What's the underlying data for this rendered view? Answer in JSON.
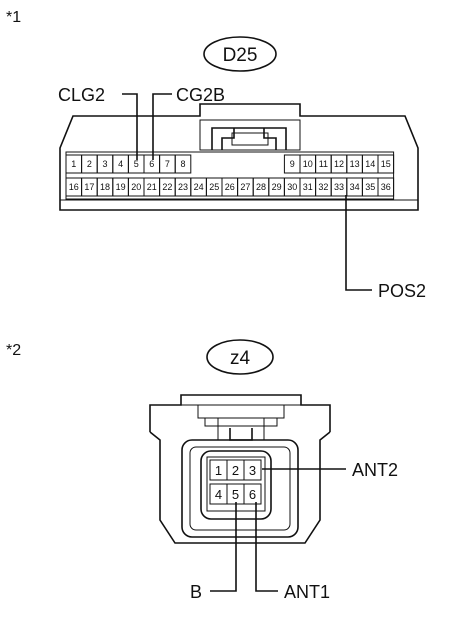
{
  "diagrams": [
    {
      "marker": "*1",
      "connector_id": "D25",
      "row1_pins": [
        "1",
        "2",
        "3",
        "4",
        "5",
        "6",
        "7",
        "8",
        "9",
        "10",
        "11",
        "12",
        "13",
        "14",
        "15"
      ],
      "row2_pins": [
        "16",
        "17",
        "18",
        "19",
        "20",
        "21",
        "22",
        "23",
        "24",
        "25",
        "26",
        "27",
        "28",
        "29",
        "30",
        "31",
        "32",
        "33",
        "34",
        "35",
        "36"
      ],
      "callouts": {
        "clg2": {
          "label": "CLG2",
          "pin": "5"
        },
        "cg2b": {
          "label": "CG2B",
          "pin": "6"
        },
        "pos2": {
          "label": "POS2",
          "pin": "33"
        }
      }
    },
    {
      "marker": "*2",
      "connector_id": "z4",
      "row1_pins": [
        "1",
        "2",
        "3"
      ],
      "row2_pins": [
        "4",
        "5",
        "6"
      ],
      "callouts": {
        "ant2": {
          "label": "ANT2",
          "pin": "3"
        },
        "b": {
          "label": "B",
          "pin": "5"
        },
        "ant1": {
          "label": "ANT1",
          "pin": "6"
        }
      }
    }
  ]
}
